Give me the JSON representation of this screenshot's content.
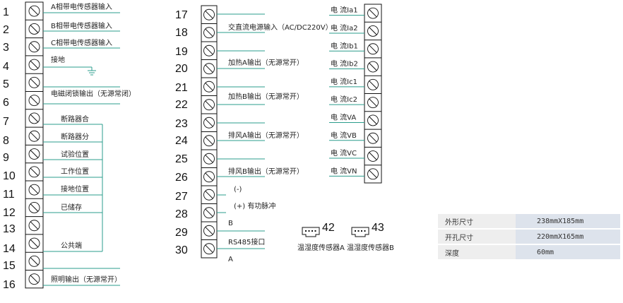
{
  "left_block": [
    {
      "num": "1",
      "label": "A相带电传感器输入"
    },
    {
      "num": "2",
      "label": "B相带电传感器输入"
    },
    {
      "num": "3",
      "label": "C相带电传感器输入"
    },
    {
      "num": "4",
      "label": "接地"
    },
    {
      "num": "5",
      "label": ""
    },
    {
      "num": "6",
      "label": "电磁闭锁输出（无源常闭）"
    },
    {
      "num": "7",
      "label": "断路器合"
    },
    {
      "num": "8",
      "label": "断路器分"
    },
    {
      "num": "9",
      "label": "试验位置"
    },
    {
      "num": "10",
      "label": "工作位置"
    },
    {
      "num": "11",
      "label": "接地位置"
    },
    {
      "num": "12",
      "label": "已储存"
    },
    {
      "num": "13",
      "label": ""
    },
    {
      "num": "14",
      "label": "公共端"
    },
    {
      "num": "15",
      "label": ""
    },
    {
      "num": "16",
      "label": "照明输出（无源常开）"
    }
  ],
  "mid_block": [
    {
      "num": "17",
      "label": ""
    },
    {
      "num": "18",
      "label": "交直流电源输入（AC/DC220V）"
    },
    {
      "num": "19",
      "label": ""
    },
    {
      "num": "20",
      "label": "加热A输出（无源常开）"
    },
    {
      "num": "21",
      "label": ""
    },
    {
      "num": "22",
      "label": "加热B输出（无源常开）"
    },
    {
      "num": "23",
      "label": ""
    },
    {
      "num": "24",
      "label": "排风A输出（无源常开）"
    },
    {
      "num": "25",
      "label": ""
    },
    {
      "num": "26",
      "label": "排风B输出（无源常开）"
    },
    {
      "num": "27",
      "label": "(-)"
    },
    {
      "num": "28",
      "label": "(+) 有功脉冲"
    },
    {
      "num": "29",
      "label": "B"
    },
    {
      "num": "30",
      "label": "RS485接口"
    },
    {
      "num": "",
      "label": "A"
    }
  ],
  "right_block": [
    {
      "label": "电 流Ia1"
    },
    {
      "label": "电 流Ia2"
    },
    {
      "label": "电 流Ib1"
    },
    {
      "label": "电 流Ib2"
    },
    {
      "label": "电 流Ic1"
    },
    {
      "label": "电 流Ic2"
    },
    {
      "label": "电 流VA"
    },
    {
      "label": "电 流VB"
    },
    {
      "label": "电 流VC"
    },
    {
      "label": "电 流VN"
    }
  ],
  "sensors": [
    {
      "num": "42",
      "label": "温湿度传感器A"
    },
    {
      "num": "43",
      "label": "温湿度传感器B"
    }
  ],
  "spec_table": [
    {
      "key": "外形尺寸",
      "value": "238mmX185mm"
    },
    {
      "key": "开孔尺寸",
      "value": "220mmX165mm"
    },
    {
      "key": "深度",
      "value": "60mm"
    }
  ]
}
